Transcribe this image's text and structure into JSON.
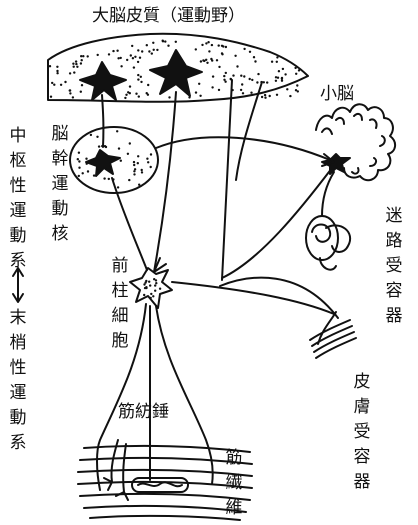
{
  "labels": {
    "cortex": "大脳皮質（運動野）",
    "cerebellum": "小脳",
    "brainstem_nucleus": "脳幹運動核",
    "anterior_horn_cell": "前柱細胞",
    "vestibular_receptor": "迷路受容器",
    "skin_receptor": "皮膚受容器",
    "muscle_spindle": "筋紡錘",
    "muscle_fiber": "筋繊維",
    "central_motor_system": "中枢性運動系",
    "peripheral_motor_system": "末梢性運動系"
  },
  "colors": {
    "ink": "#111111",
    "background": "#ffffff"
  }
}
